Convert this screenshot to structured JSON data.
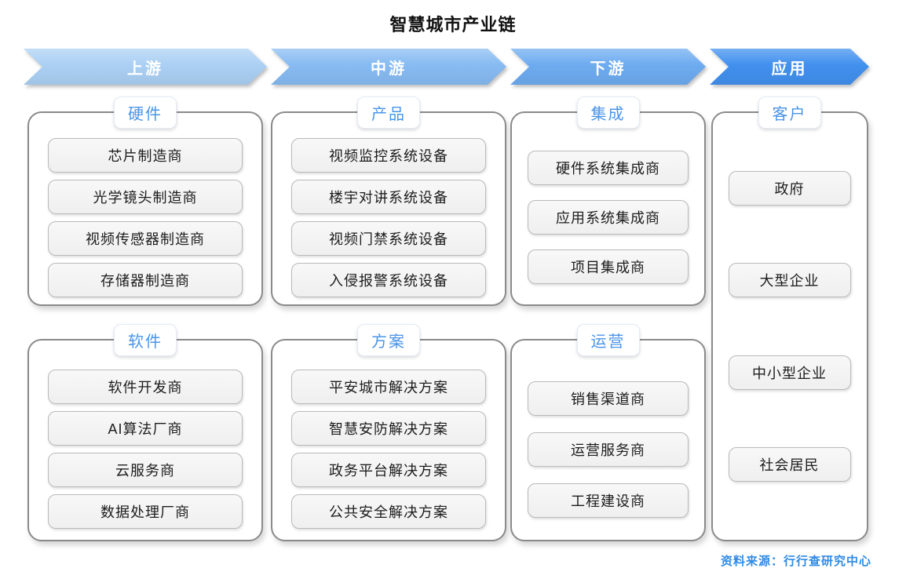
{
  "title": "智慧城市产业链",
  "source": "资料来源：行行查研究中心",
  "colors": {
    "stage_1": "#abd0f4",
    "stage_2": "#87bbf2",
    "stage_3": "#6dabf0",
    "stage_4": "#4190ee",
    "accent_text": "#4a94e8",
    "source_text": "#2f8be6",
    "container_border": "#8a8a8a"
  },
  "stages": [
    {
      "label": "上游"
    },
    {
      "label": "中游"
    },
    {
      "label": "下游"
    },
    {
      "label": "应用"
    }
  ],
  "columns": [
    {
      "sections": [
        {
          "tab": "硬件",
          "items": [
            "芯片制造商",
            "光学镜头制造商",
            "视频传感器制造商",
            "存储器制造商"
          ]
        },
        {
          "tab": "软件",
          "items": [
            "软件开发商",
            "AI算法厂商",
            "云服务商",
            "数据处理厂商"
          ]
        }
      ]
    },
    {
      "sections": [
        {
          "tab": "产品",
          "items": [
            "视频监控系统设备",
            "楼宇对讲系统设备",
            "视频门禁系统设备",
            "入侵报警系统设备"
          ]
        },
        {
          "tab": "方案",
          "items": [
            "平安城市解决方案",
            "智慧安防解决方案",
            "政务平台解决方案",
            "公共安全解决方案"
          ]
        }
      ]
    },
    {
      "sections": [
        {
          "tab": "集成",
          "items": [
            "硬件系统集成商",
            "应用系统集成商",
            "项目集成商"
          ]
        },
        {
          "tab": "运营",
          "items": [
            "销售渠道商",
            "运营服务商",
            "工程建设商"
          ]
        }
      ]
    },
    {
      "sections": [
        {
          "tab": "客户",
          "items": [
            "政府",
            "大型企业",
            "中小型企业",
            "社会居民"
          ]
        }
      ]
    }
  ]
}
